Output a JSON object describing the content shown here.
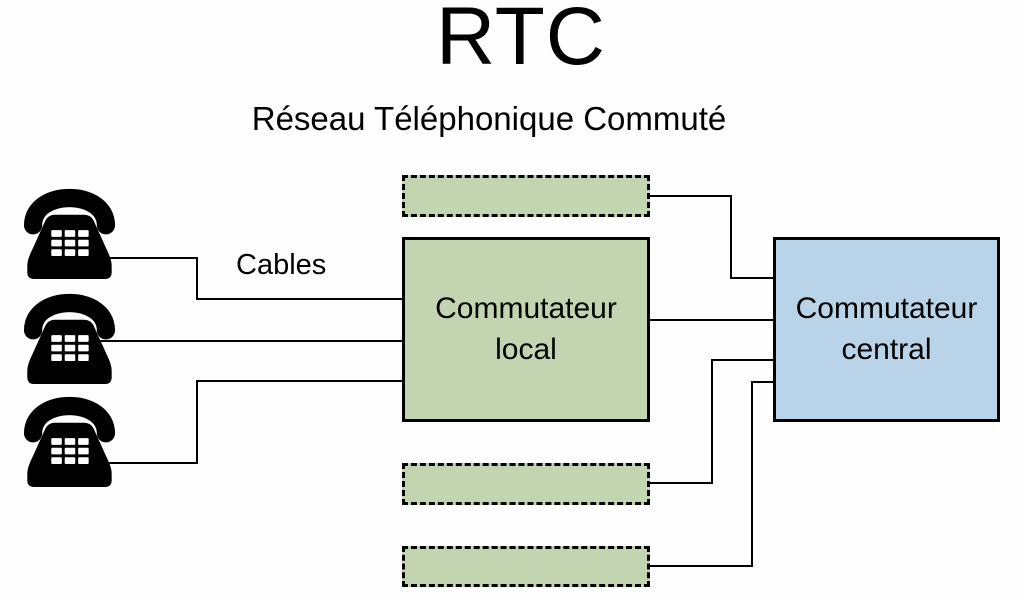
{
  "title": "RTC",
  "subtitle": "Réseau Téléphonique Commuté",
  "labels": {
    "cables": "Cables",
    "local_switch": "Commutateur local",
    "central_switch": "Commutateur central"
  },
  "icons": {
    "phone": "telephone-icon"
  },
  "colors": {
    "switch-green": "#c3d5b0",
    "switch-blue": "#b9d3e8",
    "line": "#000000",
    "canvas-bg": "#fefefe"
  },
  "diagram": {
    "phone_count": 3,
    "unlabeled_dashed_switch_count": 3
  }
}
